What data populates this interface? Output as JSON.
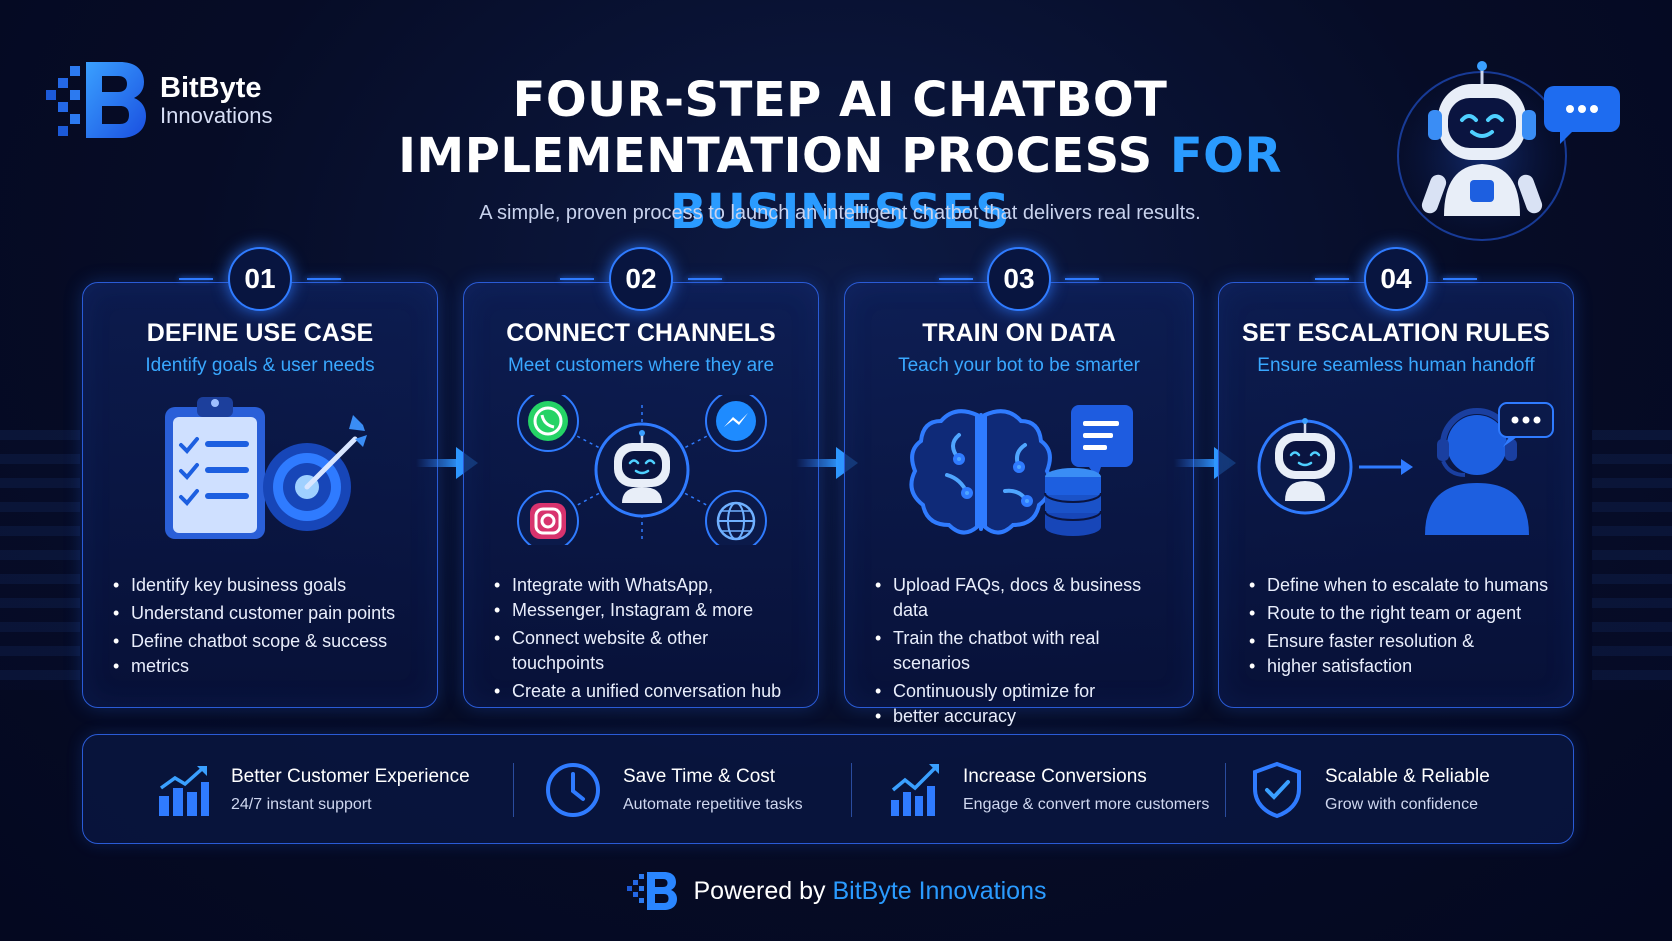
{
  "brand": {
    "name": "BitByte",
    "tagline": "Innovations"
  },
  "title": {
    "line1": "FOUR-STEP AI CHATBOT",
    "line2_main": "IMPLEMENTATION PROCESS ",
    "line2_accent": "FOR BUSINESSES"
  },
  "subtitle": "A simple, proven process to launch an intelligent chatbot that delivers real results.",
  "steps": [
    {
      "number": "01",
      "title": "DEFINE USE CASE",
      "subtitle": "Identify goals & user needs",
      "icons": [
        "checklist-clipboard-icon",
        "target-icon"
      ],
      "bullets": [
        "Identify key business goals",
        "Understand customer pain points",
        "Define chatbot scope & success",
        "metrics"
      ]
    },
    {
      "number": "02",
      "title": "CONNECT CHANNELS",
      "subtitle": "Meet customers where they are",
      "icons": [
        "whatsapp-icon",
        "messenger-icon",
        "instagram-icon",
        "globe-icon",
        "robot-icon"
      ],
      "bullets": [
        "Integrate with WhatsApp,",
        "Messenger, Instagram & more",
        "Connect website & other touchpoints",
        "Create a unified conversation hub"
      ]
    },
    {
      "number": "03",
      "title": "TRAIN ON DATA",
      "subtitle": "Teach your bot to be smarter",
      "icons": [
        "brain-circuit-icon",
        "document-icon",
        "database-icon"
      ],
      "bullets": [
        "Upload FAQs, docs & business data",
        "Train the chatbot with real scenarios",
        "Continuously optimize for",
        "better accuracy"
      ]
    },
    {
      "number": "04",
      "title": "SET ESCALATION RULES",
      "subtitle": "Ensure seamless human handoff",
      "icons": [
        "robot-icon",
        "arrow-right-icon",
        "human-agent-headset-icon",
        "chat-bubble-icon"
      ],
      "bullets": [
        "Define when to escalate to humans",
        "Route to the right team or agent",
        "Ensure faster resolution &",
        "higher satisfaction"
      ]
    }
  ],
  "benefits": [
    {
      "icon": "growth-chart-icon",
      "title": "Better Customer Experience",
      "desc": "24/7 instant support"
    },
    {
      "icon": "clock-icon",
      "title": "Save Time & Cost",
      "desc": "Automate repetitive tasks"
    },
    {
      "icon": "trend-chart-icon",
      "title": "Increase Conversions",
      "desc": "Engage & convert more customers"
    },
    {
      "icon": "shield-check-icon",
      "title": "Scalable & Reliable",
      "desc": "Grow with confidence"
    }
  ],
  "footer": {
    "prefix": "Powered by ",
    "brand": "BitByte Innovations"
  },
  "colors": {
    "accent": "#2a9bff",
    "border": "#2a5bd6",
    "background": "#060c26"
  }
}
